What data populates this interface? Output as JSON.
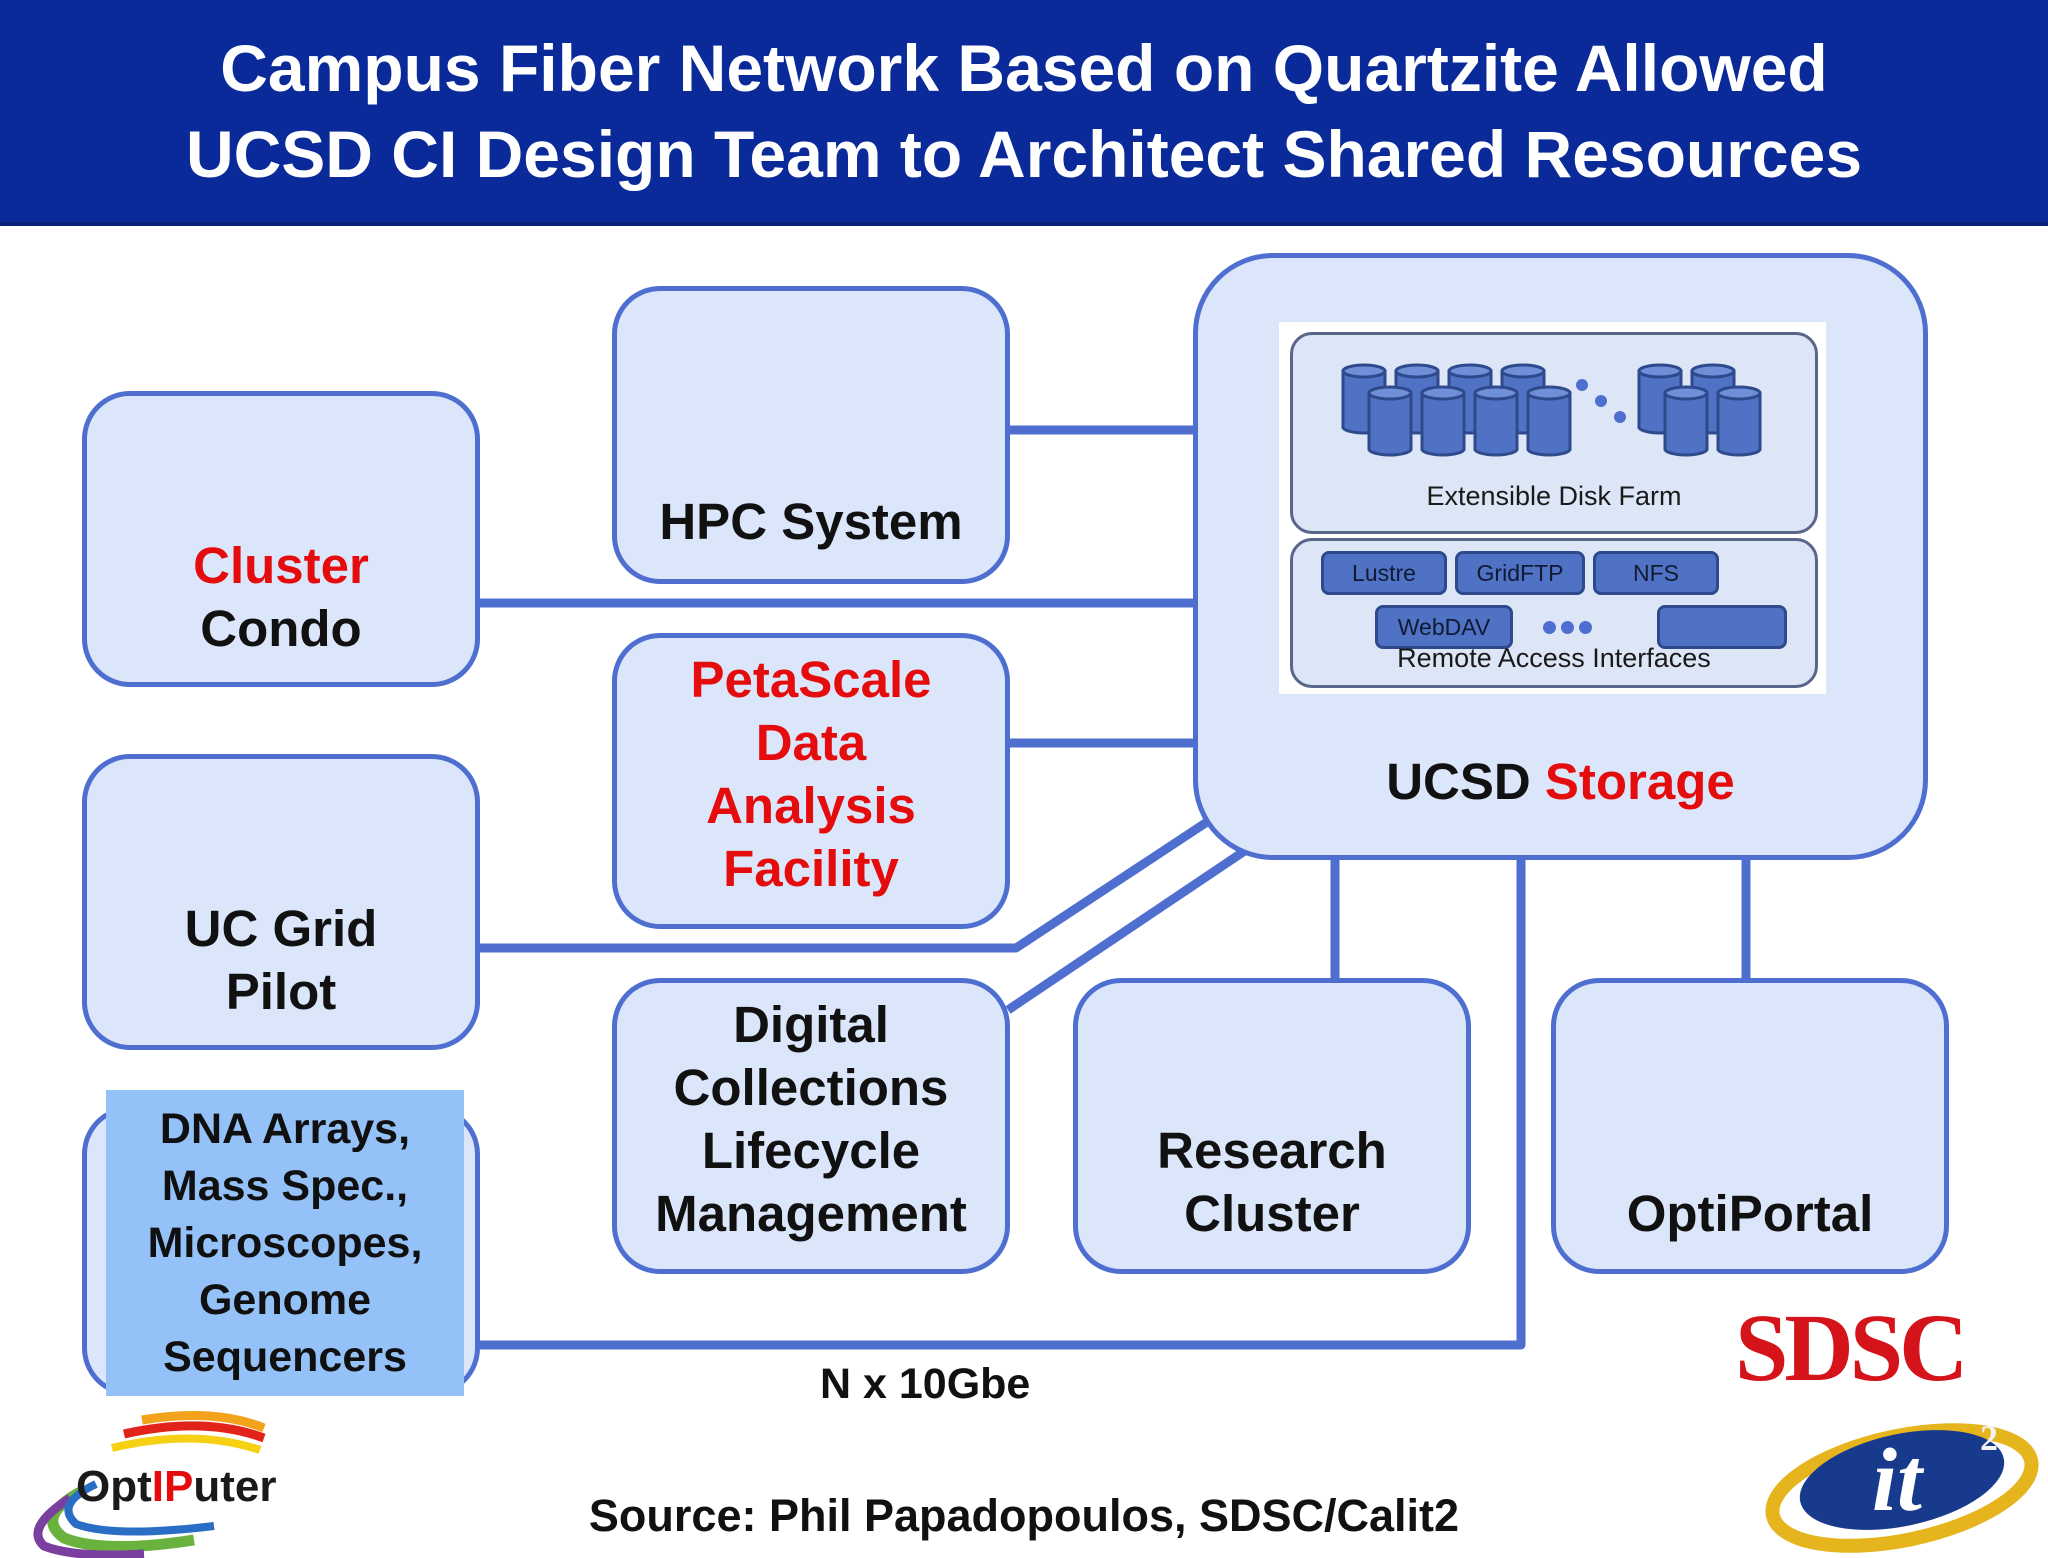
{
  "header": {
    "title_line1": "Campus Fiber Network Based on Quartzite Allowed",
    "title_line2": "UCSD CI Design Team to Architect Shared Resources"
  },
  "nodes": {
    "cluster_condo": {
      "line1": "Cluster",
      "line2": "Condo"
    },
    "hpc_system": {
      "label": "HPC System"
    },
    "petascale": {
      "line1": "PetaScale",
      "line2": "Data",
      "line3": "Analysis",
      "line4": "Facility"
    },
    "uc_grid": {
      "line1": "UC Grid",
      "line2": "Pilot"
    },
    "digital_collections": {
      "line1": "Digital",
      "line2": "Collections",
      "line3": "Lifecycle",
      "line4": "Management"
    },
    "research_cluster": {
      "line1": "Research",
      "line2": "Cluster"
    },
    "optiportal": {
      "label": "OptiPortal"
    },
    "storage": {
      "prefix": "UCSD",
      "highlight": "Storage"
    }
  },
  "storage_detail": {
    "disk_farm_label": "Extensible Disk Farm",
    "remote_access_label": "Remote Access Interfaces",
    "interfaces": [
      "Lustre",
      "GridFTP",
      "NFS",
      "WebDAV",
      ""
    ]
  },
  "instruments": {
    "line1": "DNA Arrays,",
    "line2": "Mass Spec.,",
    "line3": "Microscopes,",
    "line4": "Genome",
    "line5": "Sequencers"
  },
  "links_label": "N x 10Gbe",
  "source": "Source:  Phil Papadopoulos, SDSC/Calit2",
  "logos": {
    "sdsc": "SDSC",
    "optiputer_pre": "Opt",
    "optiputer_ip": "IP",
    "optiputer_post": "uter",
    "calit2_main": "it",
    "calit2_super": "2"
  },
  "colors": {
    "header_bg": "#0b2a99",
    "node_fill": "#dce6fa",
    "node_border": "#4f6fd0",
    "link": "#4f6fd0",
    "highlight_red": "#e40c0c",
    "instrument_fill": "#94c2f8",
    "sdsc_red": "#d4131a"
  }
}
